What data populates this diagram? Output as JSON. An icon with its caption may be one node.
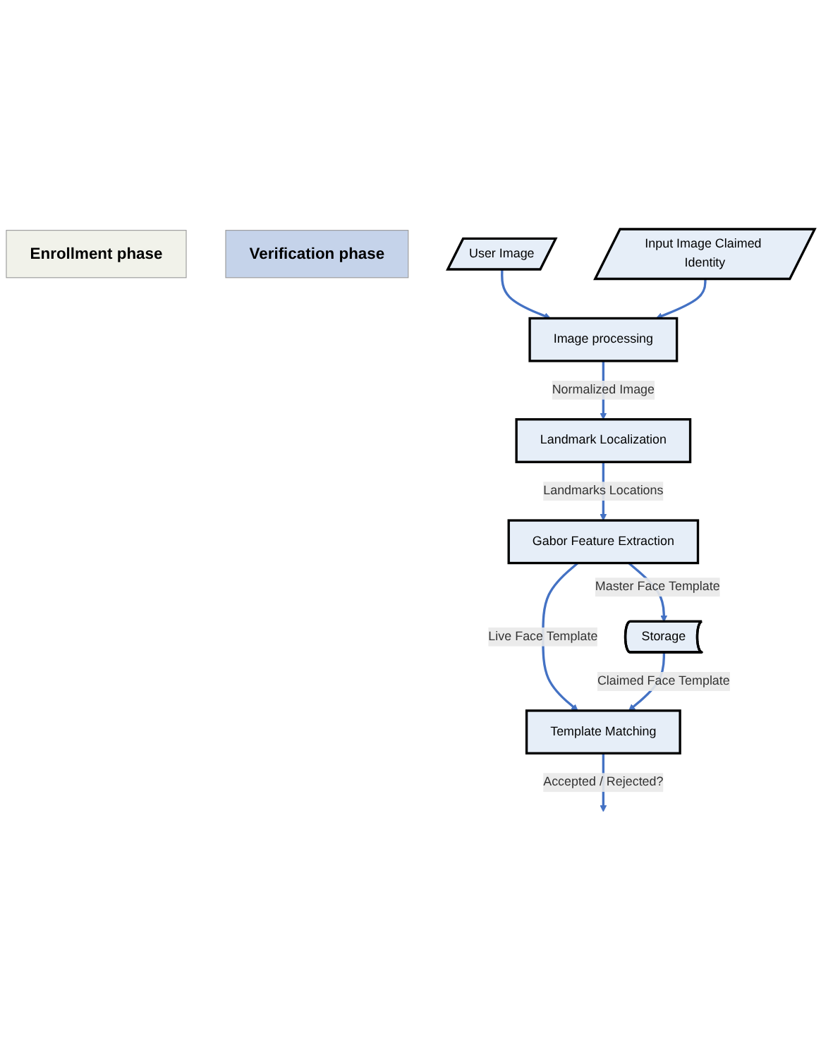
{
  "diagram": {
    "nodes": [
      {
        "text": [
          "Enrollment phase"
        ]
      },
      {
        "text": [
          "Verification phase"
        ]
      },
      {
        "text": [
          "User Image"
        ]
      },
      {
        "text": [
          "Input Image Claimed Identity"
        ]
      },
      {
        "text": [
          "Image processing"
        ]
      },
      {
        "text": [
          "Landmark Localization"
        ]
      },
      {
        "text": [
          "Gabor Feature Extraction"
        ]
      },
      {
        "text": [
          "Storage"
        ]
      },
      {
        "text": [
          "Template Matching"
        ]
      }
    ],
    "edges": [
      {
        "from": 2,
        "to": 4,
        "arrow": "to"
      },
      {
        "from": 3,
        "to": 4,
        "arrow": "to"
      },
      {
        "from": 4,
        "to": 5,
        "label": "Normalized Image",
        "arrow": "to"
      },
      {
        "from": 5,
        "to": 6,
        "label": "Landmarks Locations",
        "arrow": "to"
      },
      {
        "from": 6,
        "to": 7,
        "label": "Master Face Template",
        "arrow": "to"
      },
      {
        "from": 6,
        "to": 8,
        "label": "Live  Face Template",
        "arrow": "to"
      },
      {
        "from": 7,
        "to": 8,
        "label": "Claimed Face Template",
        "arrow": "to"
      },
      {
        "from": 8,
        "to": null,
        "label": "Accepted / Rejected?",
        "arrow": "to"
      }
    ]
  }
}
